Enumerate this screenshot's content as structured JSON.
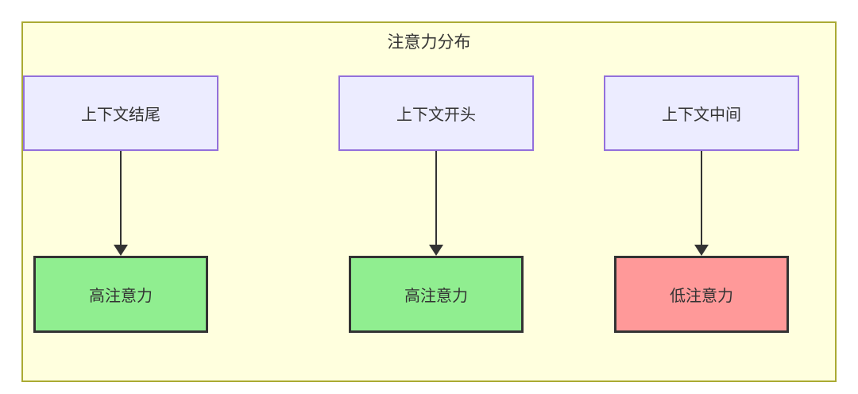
{
  "diagram": {
    "title": "注意力分布",
    "columns": [
      {
        "source": {
          "label": "上下文开头"
        },
        "result": {
          "label": "高注意力",
          "level": "high"
        }
      },
      {
        "source": {
          "label": "上下文中间"
        },
        "result": {
          "label": "低注意力",
          "level": "low"
        }
      },
      {
        "source": {
          "label": "上下文结尾"
        },
        "result": {
          "label": "高注意力",
          "level": "high"
        }
      }
    ],
    "colors": {
      "container_fill": "#ffffde",
      "container_border": "#aaaa33",
      "source_fill": "#ececff",
      "source_border": "#9370db",
      "high_attention_fill": "#90ee90",
      "low_attention_fill": "#ff9999",
      "result_border": "#333333",
      "arrow": "#333333",
      "text": "#333333"
    }
  }
}
